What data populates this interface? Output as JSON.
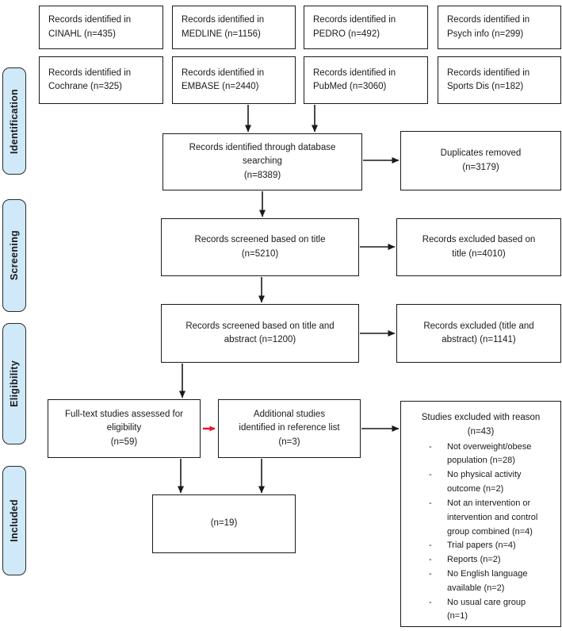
{
  "stages": {
    "identification": "Identification",
    "screening": "Screening",
    "eligibility": "Eligibility",
    "included": "Included"
  },
  "sources": {
    "row1": [
      "Records identified in\nCINAHL (n=435)",
      "Records identified in\nMEDLINE (n=1156)",
      "Records identified in\nPEDRO (n=492)",
      "Records identified in\nPsych info (n=299)"
    ],
    "row2": [
      "Records identified in\nCochrane (n=325)",
      "Records identified in\nEMBASE (n=2440)",
      "Records identified in\nPubMed (n=3060)",
      "Records identified in\nSports Dis (n=182)"
    ]
  },
  "flow": {
    "searching": "Records identified through database\nsearching\n(n=8389)",
    "duplicates": "Duplicates removed\n(n=3179)",
    "title_screened": "Records screened based on title\n(n=5210)",
    "title_excluded": "Records excluded based on\ntitle (n=4010)",
    "abstract_screened": "Records screened based on title and\nabstract (n=1200)",
    "abstract_excluded": "Records excluded (title and\nabstract) (n=1141)",
    "fulltext": "Full-text studies assessed for\neligibility\n(n=59)",
    "additional": "Additional studies\nidentified in reference list\n(n=3)",
    "included_count": "(n=19)",
    "excluded_header": "Studies excluded with reason\n(n=43)",
    "bullet": "-",
    "excluded_reasons": [
      "Not overweight/obese\npopulation (n=28)",
      "No physical activity\noutcome (n=2)",
      "Not an intervention  or\nintervention and control\ngroup combined (n=4)",
      "Trial papers (n=4)",
      "Reports (n=2)",
      "No English language\navailable (n=2)",
      "No usual care group\n(n=1)"
    ]
  },
  "colors": {
    "stage_fill": "#cfe9f8",
    "stage_border": "#2b2b2b",
    "line": "#1a1a1a",
    "red_arrow": "#e8112d"
  }
}
